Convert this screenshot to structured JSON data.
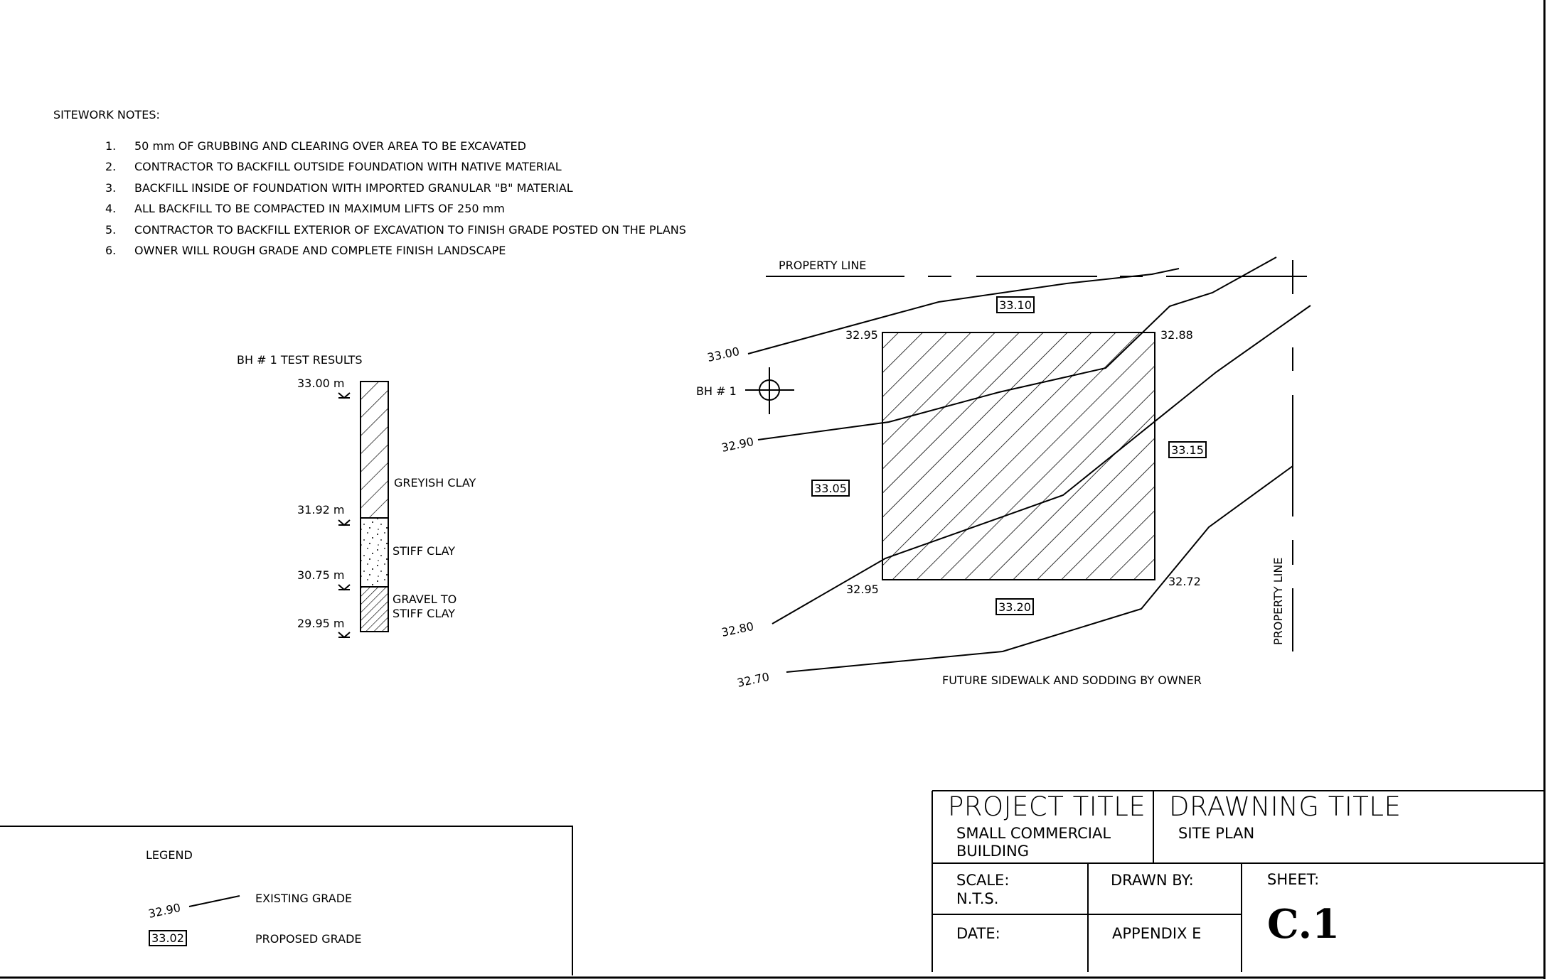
{
  "notes": {
    "heading": "SITEWORK NOTES:",
    "items": [
      {
        "num": "1.",
        "text": "50 mm OF GRUBBING AND CLEARING OVER AREA TO BE EXCAVATED"
      },
      {
        "num": "2.",
        "text": "CONTRACTOR TO BACKFILL OUTSIDE FOUNDATION WITH NATIVE MATERIAL"
      },
      {
        "num": "3.",
        "text": "BACKFILL INSIDE OF FOUNDATION WITH IMPORTED GRANULAR \"B\" MATERIAL"
      },
      {
        "num": "4.",
        "text": "ALL BACKFILL TO BE COMPACTED IN MAXIMUM LIFTS OF 250 mm"
      },
      {
        "num": "5.",
        "text": "CONTRACTOR TO BACKFILL EXTERIOR OF EXCAVATION TO FINISH GRADE POSTED ON THE PLANS"
      },
      {
        "num": "6.",
        "text": "OWNER WILL ROUGH GRADE AND COMPLETE FINISH LANDSCAPE"
      }
    ]
  },
  "borehole": {
    "title": "BH # 1 TEST RESULTS",
    "elevations": [
      "33.00 m",
      "31.92 m",
      "30.75 m",
      "29.95 m"
    ],
    "layers": [
      {
        "label_lines": [
          "GREYISH CLAY"
        ]
      },
      {
        "label_lines": [
          "STIFF CLAY"
        ]
      },
      {
        "label_lines": [
          "GRAVEL TO",
          "STIFF CLAY"
        ]
      }
    ]
  },
  "site_plan": {
    "property_line_top": "PROPERTY LINE",
    "property_line_side": "PROPERTY LINE",
    "bh_label": "BH # 1",
    "existing_grades": [
      "33.00",
      "32.90",
      "32.80",
      "32.70"
    ],
    "corner_grades": [
      "32.95",
      "32.88",
      "32.95",
      "32.72"
    ],
    "proposed_grades": [
      "33.10",
      "33.05",
      "33.15",
      "33.20"
    ],
    "bottom_note": "FUTURE SIDEWALK AND SODDING BY OWNER"
  },
  "legend": {
    "title": "LEGEND",
    "existing_sample": "32.90",
    "existing_label": "EXISTING GRADE",
    "proposed_sample": "33.02",
    "proposed_label": "PROPOSED GRADE"
  },
  "title_block": {
    "project_title_label": "PROJECT TITLE",
    "project_name_line1": "SMALL COMMERCIAL",
    "project_name_line2": "BUILDING",
    "drawing_title_label": "DRAWNING TITLE",
    "drawing_name": "SITE PLAN",
    "scale_label": "SCALE:",
    "scale_value": "N.T.S.",
    "drawn_by_label": "DRAWN BY:",
    "sheet_label": "SHEET:",
    "sheet_value": "C.1",
    "date_label": "DATE:",
    "appendix": "APPENDIX E"
  }
}
